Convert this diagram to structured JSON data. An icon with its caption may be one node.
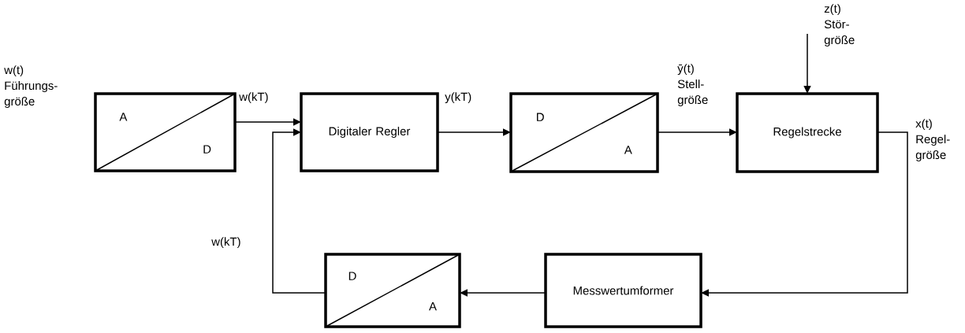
{
  "diagram": {
    "nodes": [
      {
        "text": [
          "A",
          "D"
        ]
      },
      {
        "text": [
          "Digitaler Regler"
        ]
      },
      {
        "text": [
          "D",
          "A"
        ]
      },
      {
        "text": [
          "Regelstrecke"
        ]
      },
      {
        "text": [
          "Messwertumformer"
        ]
      },
      {
        "text": [
          "D",
          "A"
        ]
      }
    ],
    "edges": [
      {
        "from": 0,
        "to": 1,
        "arrow": "to",
        "label": "w(kT)"
      },
      {
        "from": 1,
        "to": 2,
        "arrow": "to",
        "label": "y(kT)"
      },
      {
        "from": 2,
        "to": 3,
        "arrow": "to",
        "label": "ȳ(t) Stell- größe"
      },
      {
        "from": null,
        "to": 3,
        "arrow": "to",
        "label": "z(t) Stör- größe"
      },
      {
        "from": 3,
        "to": 4,
        "arrow": "to",
        "label": "x(t) Regel- größe"
      },
      {
        "from": 4,
        "to": 5,
        "arrow": "to"
      },
      {
        "from": 5,
        "to": 1,
        "arrow": "to",
        "label": "w(kT)"
      }
    ],
    "labels": [
      "w(t) Führungs- größe"
    ]
  }
}
